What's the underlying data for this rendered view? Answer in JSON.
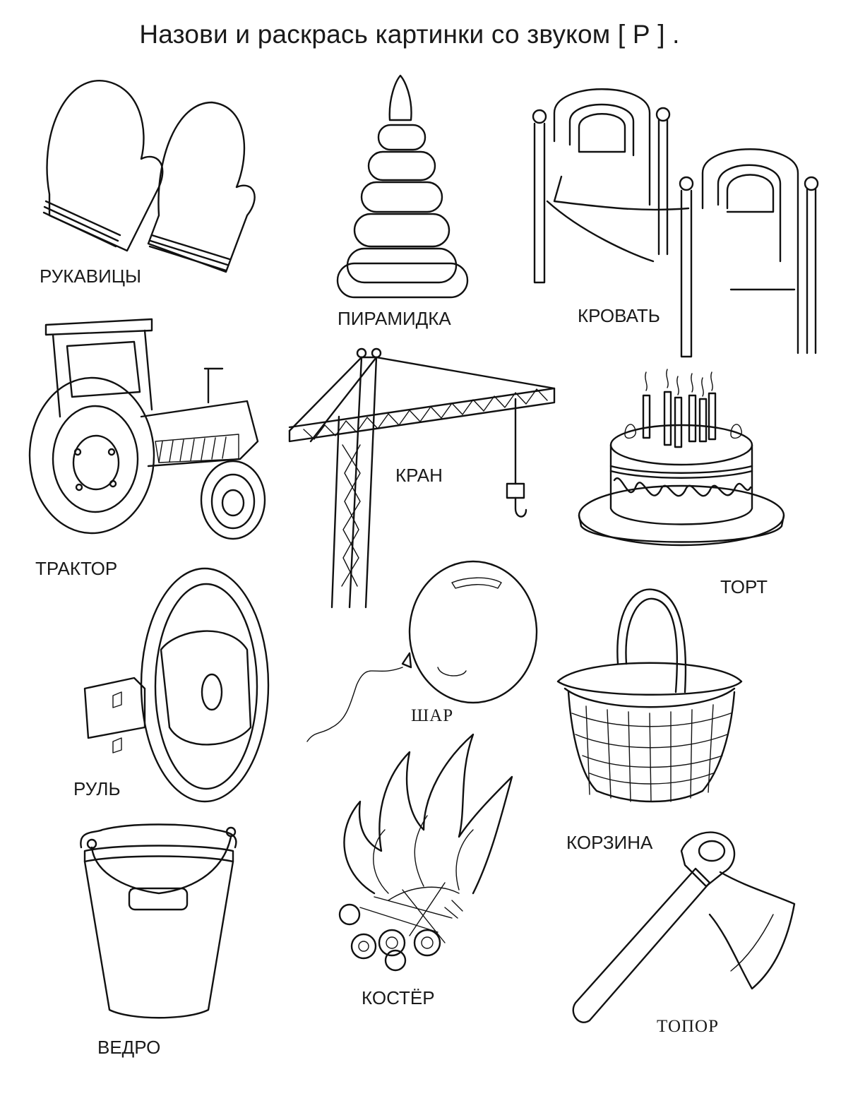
{
  "title": "Назови и раскрась картинки со звуком [ Р ] .",
  "items": [
    {
      "label": "РУКАВИЦЫ",
      "icon": "mittens-icon"
    },
    {
      "label": "ПИРАМИДКА",
      "icon": "pyramid-toy-icon"
    },
    {
      "label": "КРОВАТЬ",
      "icon": "bed-icon"
    },
    {
      "label": "ТРАКТОР",
      "icon": "tractor-icon"
    },
    {
      "label": "КРАН",
      "icon": "crane-icon"
    },
    {
      "label": "ТОРТ",
      "icon": "cake-icon"
    },
    {
      "label": "РУЛЬ",
      "icon": "steering-wheel-icon"
    },
    {
      "label": "ШАР",
      "icon": "balloon-icon"
    },
    {
      "label": "КОРЗИНА",
      "icon": "basket-icon"
    },
    {
      "label": "ВЕДРО",
      "icon": "bucket-icon"
    },
    {
      "label": "КОСТЁР",
      "icon": "campfire-icon"
    },
    {
      "label": "ТОПОР",
      "icon": "axe-icon"
    }
  ]
}
